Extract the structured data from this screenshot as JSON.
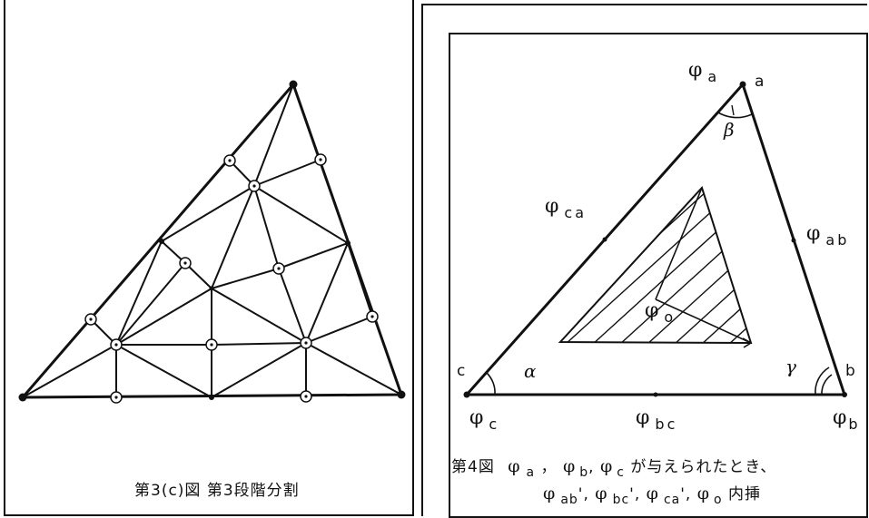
{
  "figure3": {
    "caption": "第3(c)図 第3段階分割"
  },
  "figure4": {
    "vertices": {
      "a": "a",
      "b": "b",
      "c": "c"
    },
    "angles": {
      "alpha": "α",
      "beta": "β",
      "gamma": "γ"
    },
    "labels": {
      "phi_a_sym": "φ",
      "phi_a_sub": "a",
      "phi_b_sym": "φ",
      "phi_b_sub": "b",
      "phi_c_sym": "φ",
      "phi_c_sub": "c",
      "phi_ab_sym": "φ",
      "phi_ab_sub": "ab",
      "phi_bc_sym": "φ",
      "phi_bc_sub": "bc",
      "phi_ca_sym": "φ",
      "phi_ca_sub": "ca",
      "phi_o_sym": "φ",
      "phi_o_sub": "o"
    },
    "caption": {
      "prefix": "第4図",
      "line1_phi": "φ",
      "line1_a": "a",
      "comma1": "，",
      "line1_b": "b",
      "line1_c": "c",
      "line1_text": "が与えられたとき、",
      "line2_ab": "ab",
      "line2_bc": "bc",
      "line2_ca": "ca",
      "line2_o": "o",
      "line2_text": "内挿"
    }
  }
}
